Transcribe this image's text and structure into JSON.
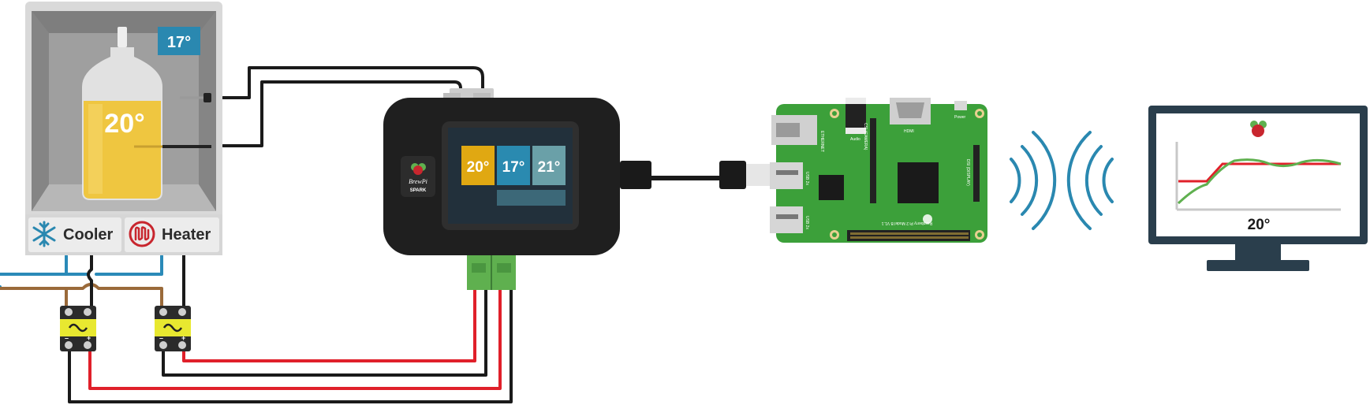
{
  "fridge": {
    "ambient_temp": "17°",
    "beer_temp": "20°",
    "cooler_label": "Cooler",
    "heater_label": "Heater"
  },
  "controller": {
    "logo_top": "BrewPi",
    "logo_bottom": "SPARK",
    "tiles": [
      {
        "value": "20°",
        "color": "#e0a812"
      },
      {
        "value": "17°",
        "color": "#2a8ab0"
      },
      {
        "value": "21°",
        "color": "#6aa0a8"
      }
    ]
  },
  "raspberry_pi": {
    "board_labels": [
      "ETHERNET",
      "HDMI",
      "Power",
      "Audio",
      "USB 2x",
      "USB 2x",
      "CSI (CAMERA)",
      "DSI (DISPLAY)",
      "Raspberry Pi 2 Model B V1.1"
    ]
  },
  "monitor": {
    "value": "20°"
  },
  "colors": {
    "beer": "#efc640",
    "controller_body": "#1f1f1f",
    "pcb": "#3ca03a",
    "wifi": "#2a88b0",
    "monitor": "#2a3e4c",
    "wire_red": "#e0202a",
    "wire_blue": "#2a8ab8",
    "wire_brown": "#9a6a3a",
    "connector": "#5fb04f",
    "relay": "#2b2b2b",
    "relay_label": "#e8e830"
  },
  "icons": {
    "cooler": "snowflake-icon",
    "heater": "heat-coil-icon",
    "relay": "sine-wave-icon",
    "brand": "raspberry-icon"
  }
}
